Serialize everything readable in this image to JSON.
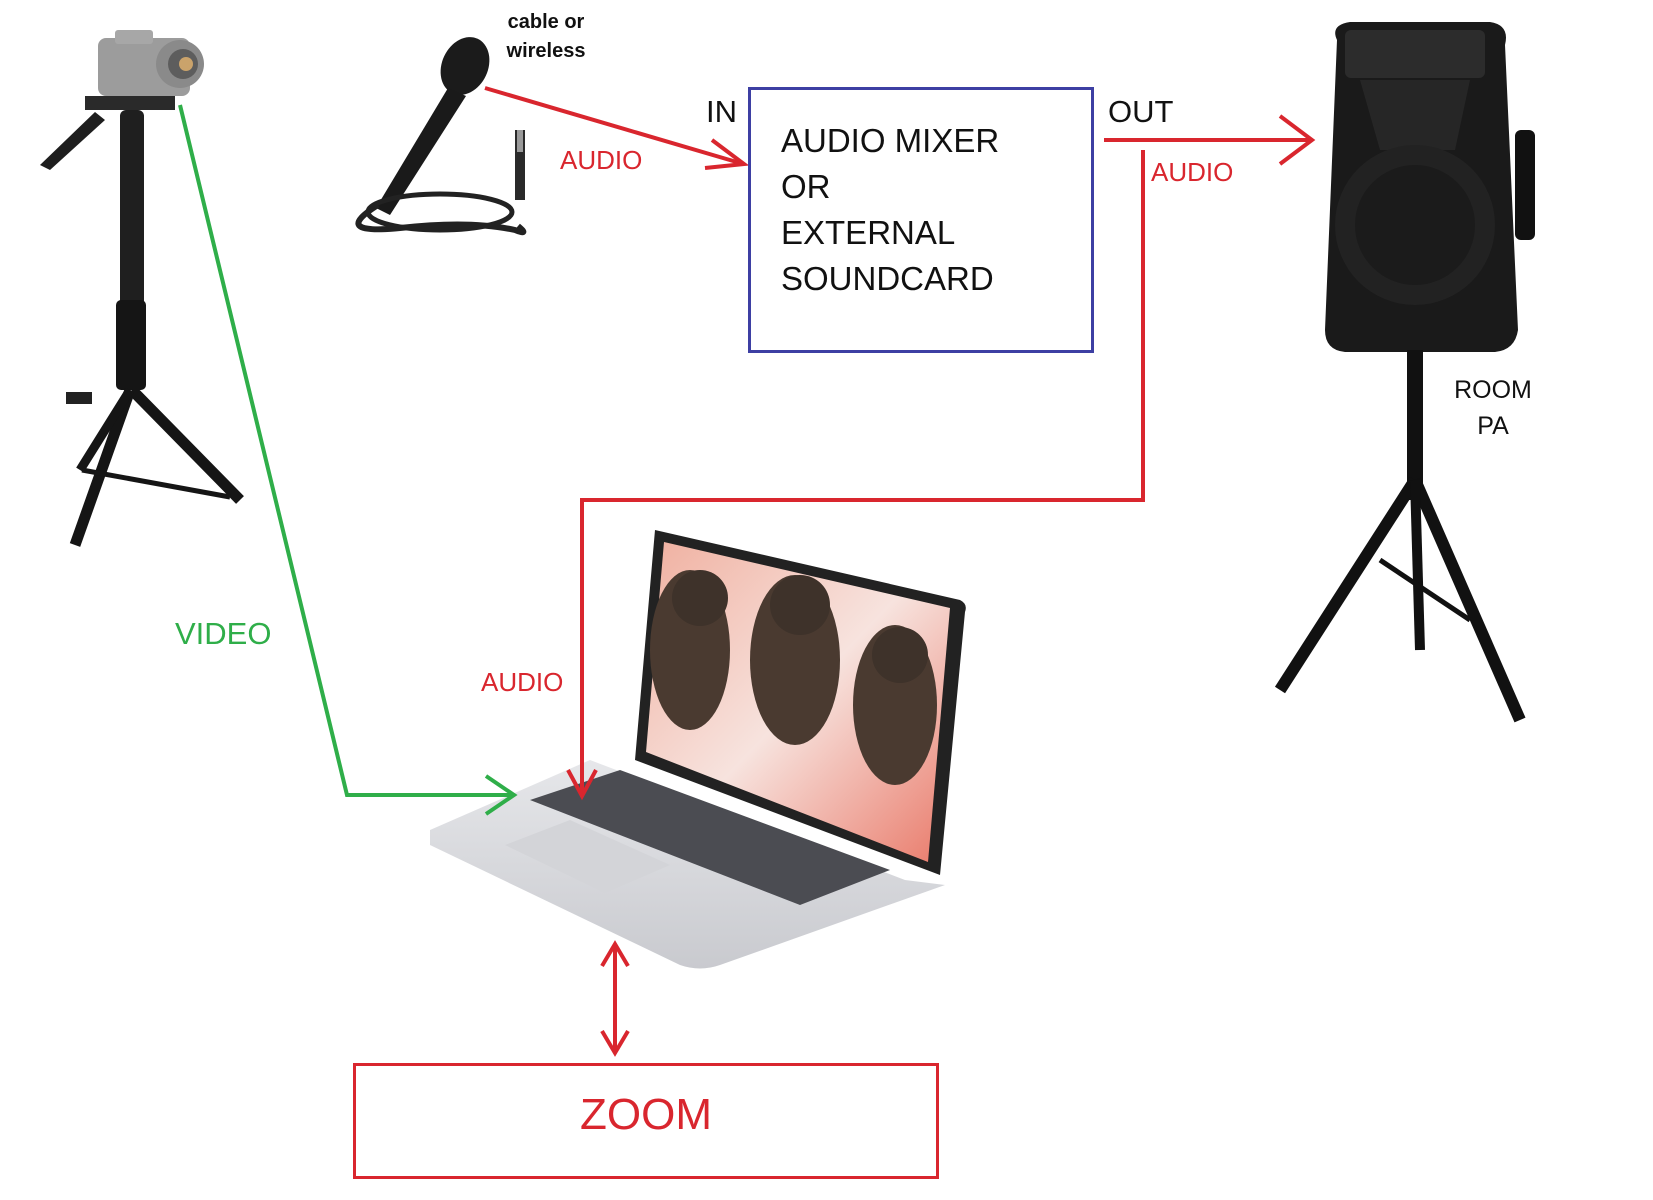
{
  "labels": {
    "mic_note": "cable or wireless",
    "in": "IN",
    "out": "OUT",
    "audio_mic": "AUDIO",
    "audio_out": "AUDIO",
    "audio_laptop": "AUDIO",
    "video": "VIDEO",
    "room_pa": "ROOM PA"
  },
  "mixer": {
    "line1": "AUDIO MIXER",
    "line2": "OR",
    "line3": "EXTERNAL",
    "line4": "SOUNDCARD"
  },
  "zoom": {
    "label": "ZOOM"
  },
  "colors": {
    "audio": "#d9262e",
    "video": "#2fae49",
    "mixer_border": "#3d3fa3"
  },
  "icons": [
    "camera-on-tripod-icon",
    "microphone-icon",
    "speaker-on-stand-icon",
    "laptop-icon"
  ]
}
